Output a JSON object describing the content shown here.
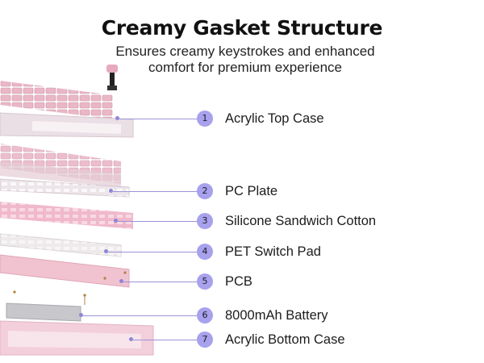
{
  "header": {
    "title": "Creamy Gasket Structure",
    "subtitle": "Ensures creamy keystrokes and enhanced comfort for premium experience"
  },
  "layers": [
    {
      "number": "1",
      "label": "Acrylic Top Case"
    },
    {
      "number": "2",
      "label": "PC Plate"
    },
    {
      "number": "3",
      "label": "Silicone Sandwich Cotton"
    },
    {
      "number": "4",
      "label": "PET Switch Pad"
    },
    {
      "number": "5",
      "label": "PCB"
    },
    {
      "number": "6",
      "label": "8000mAh Battery"
    },
    {
      "number": "7",
      "label": "Acrylic Bottom Case"
    }
  ],
  "colors": {
    "badge": "#a8a1ec",
    "callout_line": "#9a94d6",
    "pink_layer": "#f3c9d6",
    "clear_layer": "#ece6ea"
  }
}
